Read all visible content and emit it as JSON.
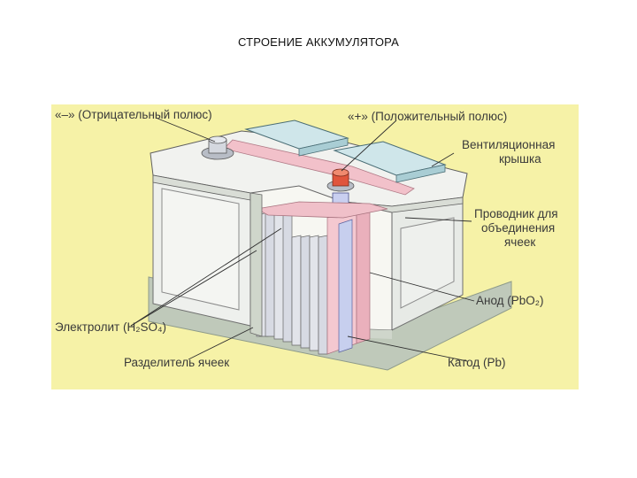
{
  "slide": {
    "title": "СТРОЕНИЕ АККУМУЛЯТОРА"
  },
  "colors": {
    "background": "#f6f2a7",
    "case": "#e9ece8",
    "base": "#bfc9ba",
    "cathode": "#d8ddf0",
    "anode": "#f3c7cf",
    "terminal_positive": "#e0553c",
    "terminal_negative": "#c9cdd6"
  },
  "labels": {
    "negative_pole": "«–» (Отрицательный полюс)",
    "positive_pole": "«+» (Положительный полюс)",
    "vent_cap_1": "Вентиляционная",
    "vent_cap_2": "крышка",
    "connector_1": "Проводник для",
    "connector_2": "объединения",
    "connector_3": "ячеек",
    "anode": "Анод (PbO₂)",
    "electrolyte": "Электролит (H₂SO₄)",
    "separator": "Разделитель ячеек",
    "cathode": "Катод (Pb)"
  }
}
